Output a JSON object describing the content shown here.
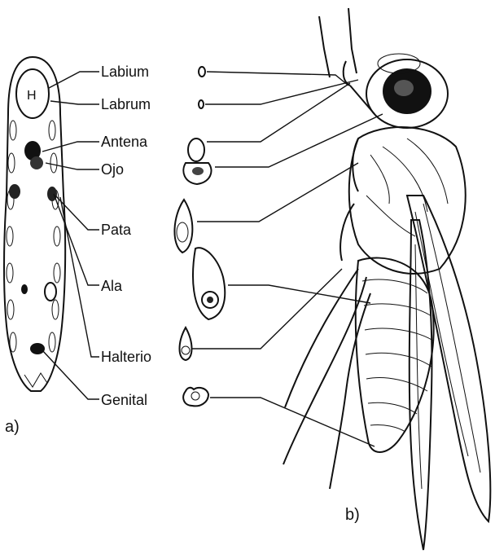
{
  "labels": {
    "labium": "Labium",
    "labrum": "Labrum",
    "antena": "Antena",
    "ojo": "Ojo",
    "pata": "Pata",
    "ala": "Ala",
    "halterio": "Halterio",
    "genital": "Genital"
  },
  "panels": {
    "a": "a)",
    "b": "b)"
  }
}
